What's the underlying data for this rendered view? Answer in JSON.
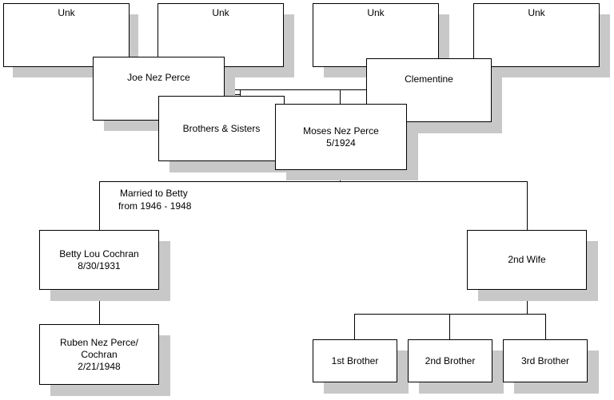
{
  "diagram": {
    "nodes": {
      "unk1": {
        "lines": [
          "Unk"
        ]
      },
      "unk2": {
        "lines": [
          "Unk"
        ]
      },
      "unk3": {
        "lines": [
          "Unk"
        ]
      },
      "unk4": {
        "lines": [
          "Unk"
        ]
      },
      "joe": {
        "lines": [
          "Joe Nez Perce"
        ]
      },
      "clementine": {
        "lines": [
          "Clementine"
        ]
      },
      "siblings": {
        "lines": [
          "Brothers & Sisters"
        ]
      },
      "moses": {
        "lines": [
          "Moses Nez Perce",
          "5/1924"
        ]
      },
      "betty": {
        "lines": [
          "Betty Lou Cochran",
          "8/30/1931"
        ]
      },
      "wife2": {
        "lines": [
          "2nd Wife"
        ]
      },
      "ruben": {
        "lines": [
          "Ruben Nez Perce/",
          "Cochran",
          "2/21/1948"
        ]
      },
      "brother1": {
        "lines": [
          "1st Brother"
        ]
      },
      "brother2": {
        "lines": [
          "2nd Brother"
        ]
      },
      "brother3": {
        "lines": [
          "3rd Brother"
        ]
      }
    },
    "marriage_note": [
      "Married to Betty",
      "from 1946 - 1948"
    ]
  }
}
